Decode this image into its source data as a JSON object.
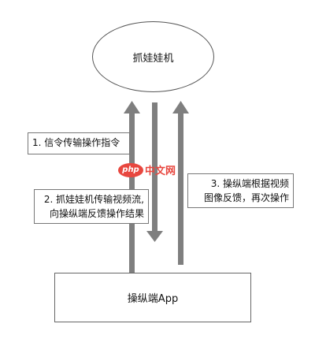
{
  "nodes": {
    "top": "抓娃娃机",
    "bottom": "操纵端App"
  },
  "labels": {
    "step1": "1. 信令传输操作指令",
    "step2_line1": "2. 抓娃娃机传输视频流,",
    "step2_line2": "向操纵端反馈操作结果",
    "step3_line1": "3. 操纵端根据视频",
    "step3_line2": "图像反馈，再次操作"
  },
  "watermark": {
    "badge": "php",
    "text": "中文网"
  },
  "colors": {
    "arrow": "#7f7f7f",
    "watermark": "#e8473f"
  }
}
